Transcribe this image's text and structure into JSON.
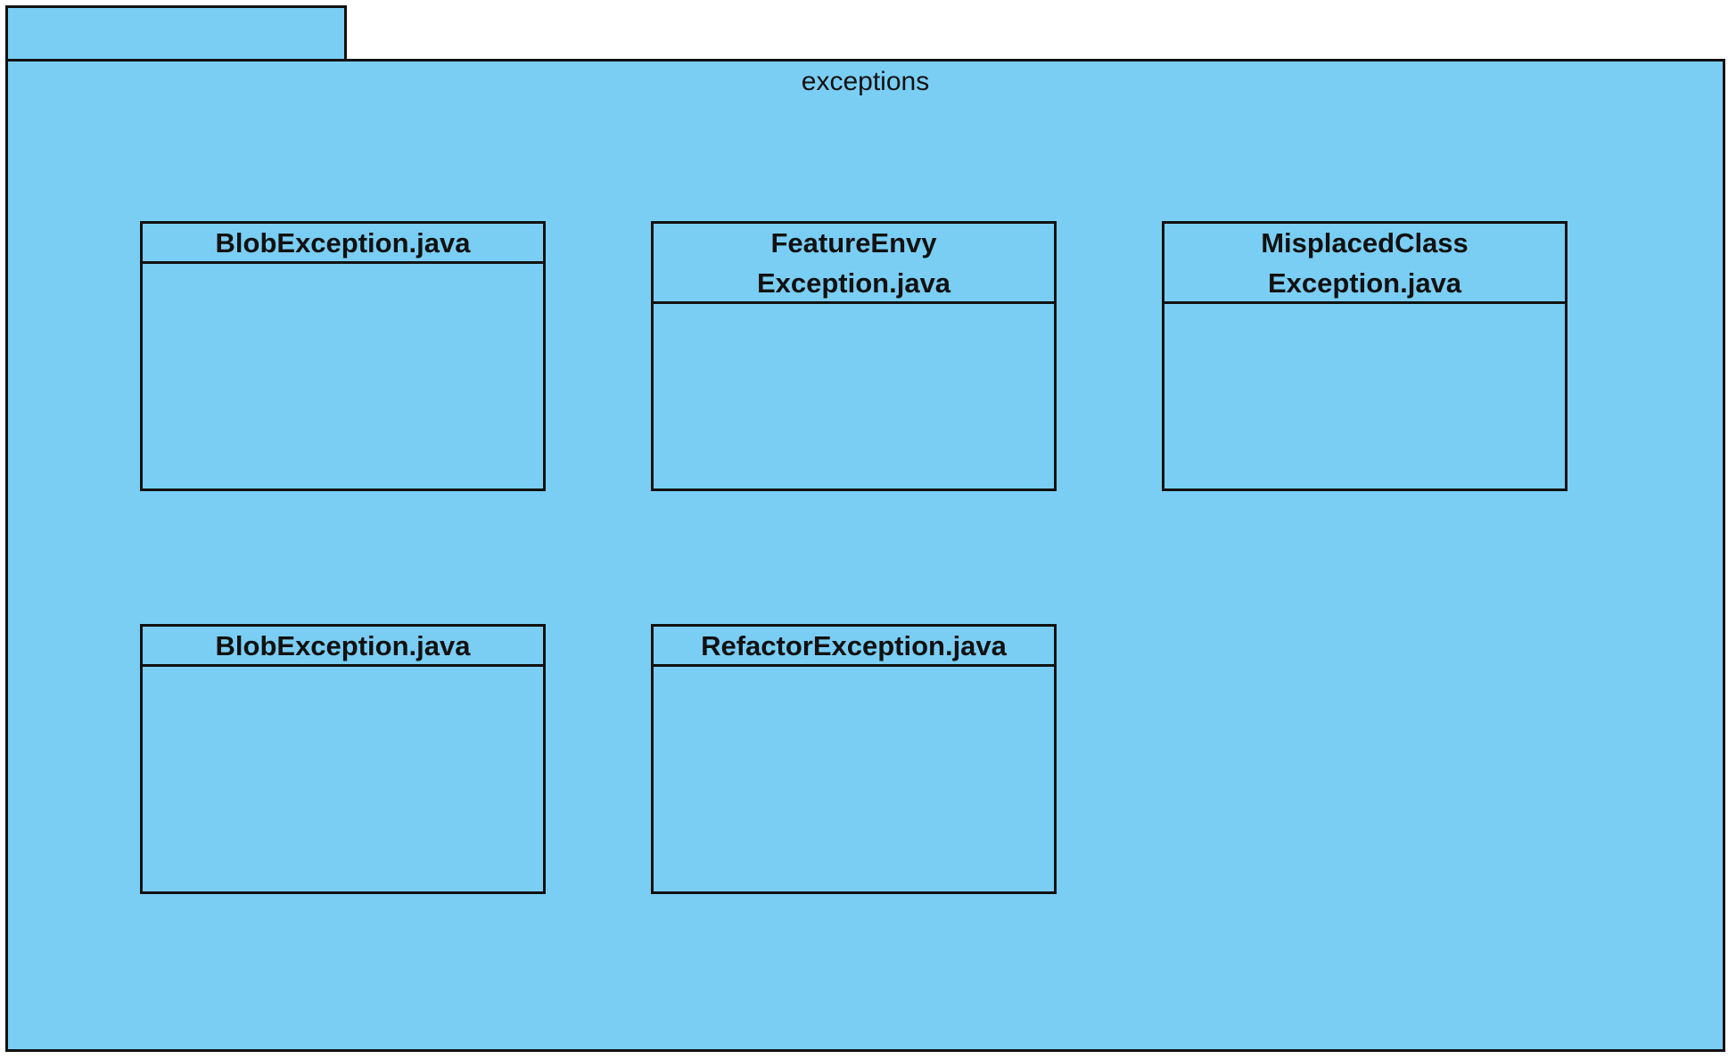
{
  "colors": {
    "package_fill": "#7ACEF4",
    "stroke": "#111111"
  },
  "package": {
    "name": "exceptions",
    "classes": [
      {
        "lines": [
          "BlobException.java"
        ]
      },
      {
        "lines": [
          "FeatureEnvy",
          "Exception.java"
        ]
      },
      {
        "lines": [
          "MisplacedClass",
          "Exception.java"
        ]
      },
      {
        "lines": [
          "BlobException.java"
        ]
      },
      {
        "lines": [
          "RefactorException.java"
        ]
      }
    ]
  }
}
